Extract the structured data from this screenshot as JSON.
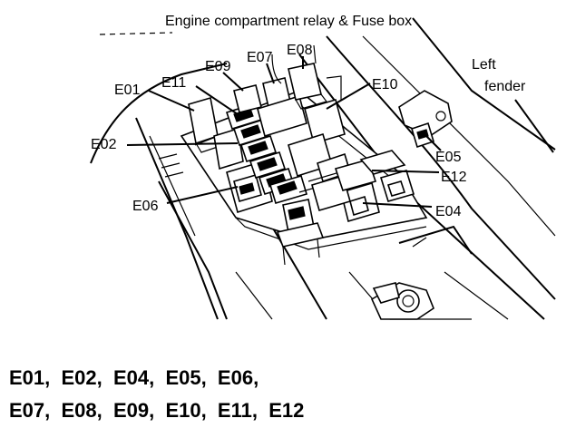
{
  "title": "Engine compartment relay & Fuse box",
  "side_label": {
    "line1": "Left",
    "line2": "fender"
  },
  "callouts": {
    "e01": "E01",
    "e02": "E02",
    "e04": "E04",
    "e05": "E05",
    "e06": "E06",
    "e07": "E07",
    "e08": "E08",
    "e09": "E09",
    "e10": "E10",
    "e11": "E11",
    "e12": "E12"
  },
  "connector_list": {
    "line1": "E01,  E02,  E04,  E05,  E06,",
    "line2": "E07,  E08,  E09,  E10,  E11,  E12"
  }
}
